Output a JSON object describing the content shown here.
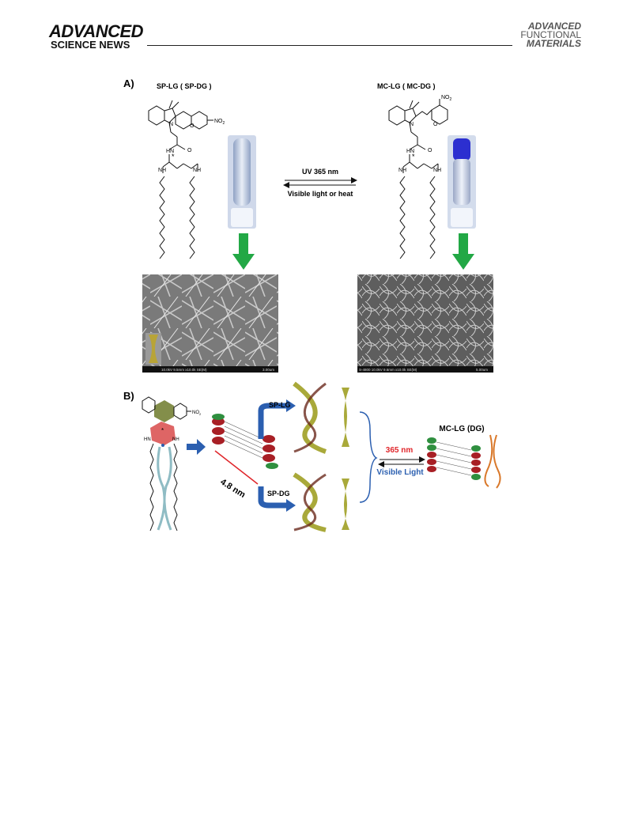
{
  "header": {
    "journal_left_top": "ADVANCED",
    "journal_left_bottom": "SCIENCE NEWS",
    "journal_right_1": "ADVANCED",
    "journal_right_2": "FUNCTIONAL",
    "journal_right_3": "MATERIALS"
  },
  "figure": {
    "panel_a": {
      "label": "A)",
      "left_title": "SP-LG  ( SP-DG )",
      "right_title": "MC-LG ( MC-DG )",
      "forward_condition": "UV 365 nm",
      "reverse_condition": "Visible light or heat",
      "no2_left": "NO",
      "no2_right": "NO",
      "sub2": "2",
      "sem_left_caption": "10.0kV 9.5mm x10.0k SE(M)",
      "sem_left_scale": "3.00um",
      "sem_right_caption": "S-4800 10.0kV 9.6mm x10.0k SE(M)",
      "sem_right_scale": "5.00um",
      "nh": "NH",
      "hn": "HN",
      "o": "O",
      "n": "N",
      "star": "*"
    },
    "panel_b": {
      "label": "B)",
      "distance": "4.8 nm",
      "sp_lg": "SP-LG",
      "sp_dg": "SP-DG",
      "forward": "365 nm",
      "reverse": "Visible Light",
      "mc_title": "MC-LG (DG)",
      "no2": "NO"
    },
    "colors": {
      "arrow_green": "#22a845",
      "arrow_blue": "#2b5fb0",
      "vial_blue": "#2c2fd0",
      "red_text": "#e0262b",
      "helix_gold": "#a9a93a",
      "mc_green": "#2f8f3f",
      "mc_red": "#a81f25",
      "fiber_orange": "#d9782a"
    }
  }
}
